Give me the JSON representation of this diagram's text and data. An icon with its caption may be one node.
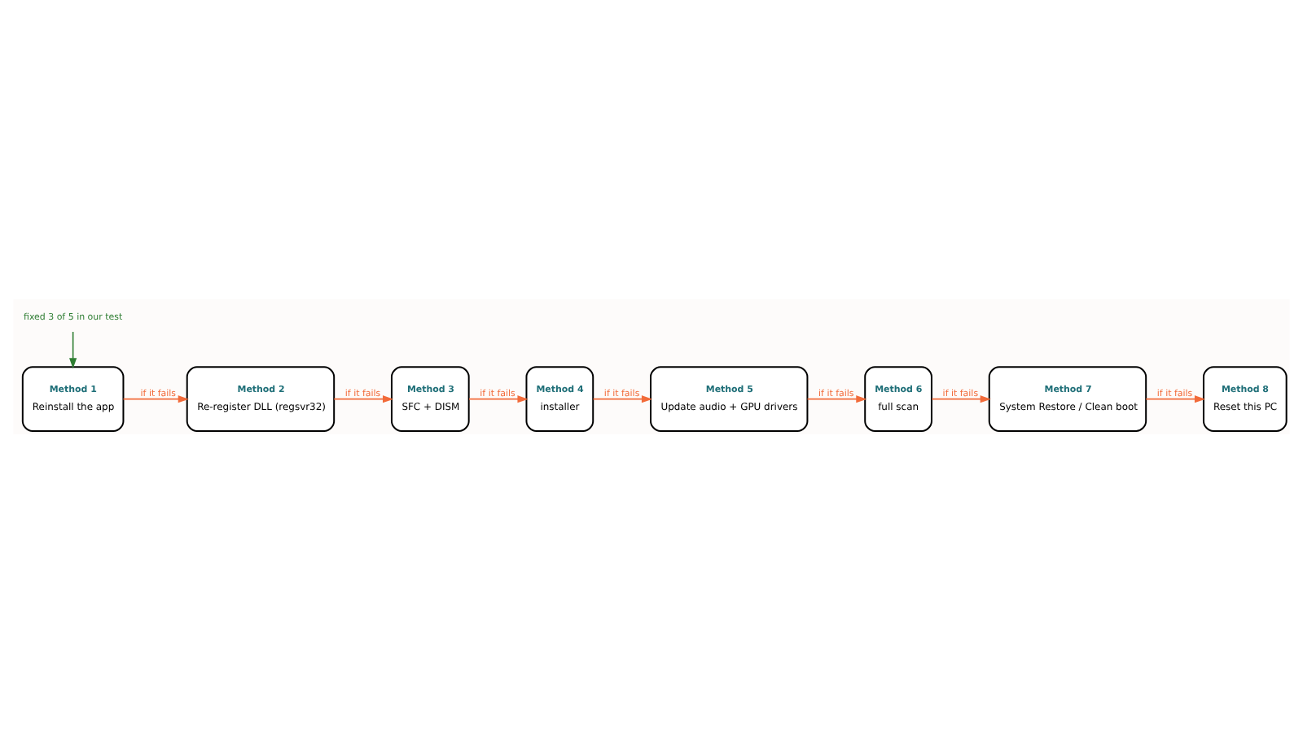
{
  "diagram": {
    "nodes": [
      {
        "text": [
          "Method 1",
          "Reinstall the app"
        ]
      },
      {
        "text": [
          "Method 2",
          "Re-register DLL (regsvr32)"
        ]
      },
      {
        "text": [
          "Method 3",
          "SFC + DISM"
        ]
      },
      {
        "text": [
          "Method 4",
          "installer"
        ]
      },
      {
        "text": [
          "Method 5",
          "Update audio + GPU drivers"
        ]
      },
      {
        "text": [
          "Method 6",
          "full scan"
        ]
      },
      {
        "text": [
          "Method 7",
          "System Restore / Clean boot"
        ]
      },
      {
        "text": [
          "Method 8",
          "Reset this PC"
        ]
      },
      {
        "text": [
          "fixed 3 of 5 in our test"
        ]
      }
    ],
    "edges": [
      {
        "from": 0,
        "to": 1,
        "arrow": "to",
        "label": "if it fails"
      },
      {
        "from": 1,
        "to": 2,
        "arrow": "to",
        "label": "if it fails"
      },
      {
        "from": 2,
        "to": 3,
        "arrow": "to",
        "label": "if it fails"
      },
      {
        "from": 3,
        "to": 4,
        "arrow": "to",
        "label": "if it fails"
      },
      {
        "from": 4,
        "to": 5,
        "arrow": "to",
        "label": "if it fails"
      },
      {
        "from": 5,
        "to": 6,
        "arrow": "to",
        "label": "if it fails"
      },
      {
        "from": 6,
        "to": 7,
        "arrow": "to",
        "label": "if it fails"
      },
      {
        "from": 8,
        "to": 0,
        "arrow": "to",
        "color": "#2e7d32"
      }
    ]
  }
}
